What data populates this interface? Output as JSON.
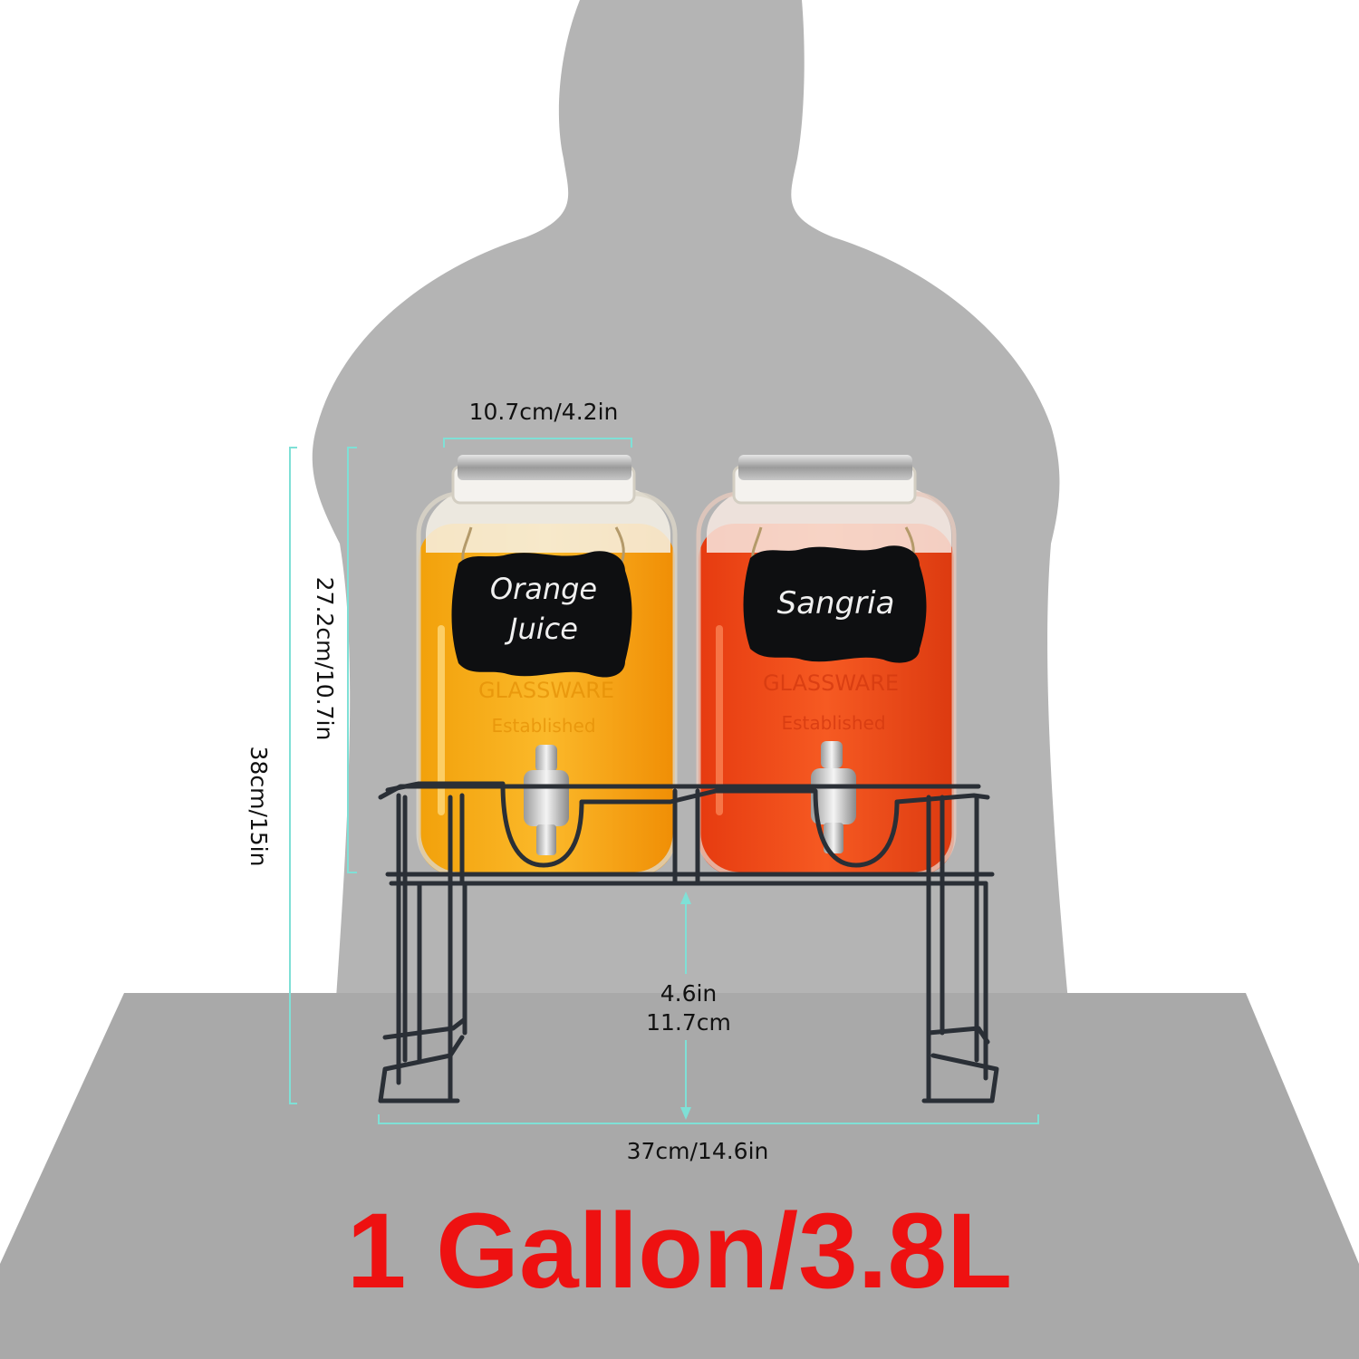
{
  "product": {
    "jar_left_label": "Orange\nJuice",
    "jar_right_label": "Sangria",
    "embossing": "GLASSWARE",
    "embossing_sub": "Established"
  },
  "dimensions": {
    "jar_width": "10.7cm/4.2in",
    "jar_height": "27.2cm/10.7in",
    "total_height": "38cm/15in",
    "stand_height_in": "4.6in",
    "stand_height_cm": "11.7cm",
    "total_width": "37cm/14.6in"
  },
  "capacity": "1 Gallon/3.8L",
  "colors": {
    "silhouette": "#b4b4b4",
    "table": "#a9a9a9",
    "dimension_lines": "#7fe0d6",
    "orange_juice": "#f9a70f",
    "sangria": "#f24a17",
    "stand": "#2a2f36",
    "headline": "#ee1111"
  }
}
